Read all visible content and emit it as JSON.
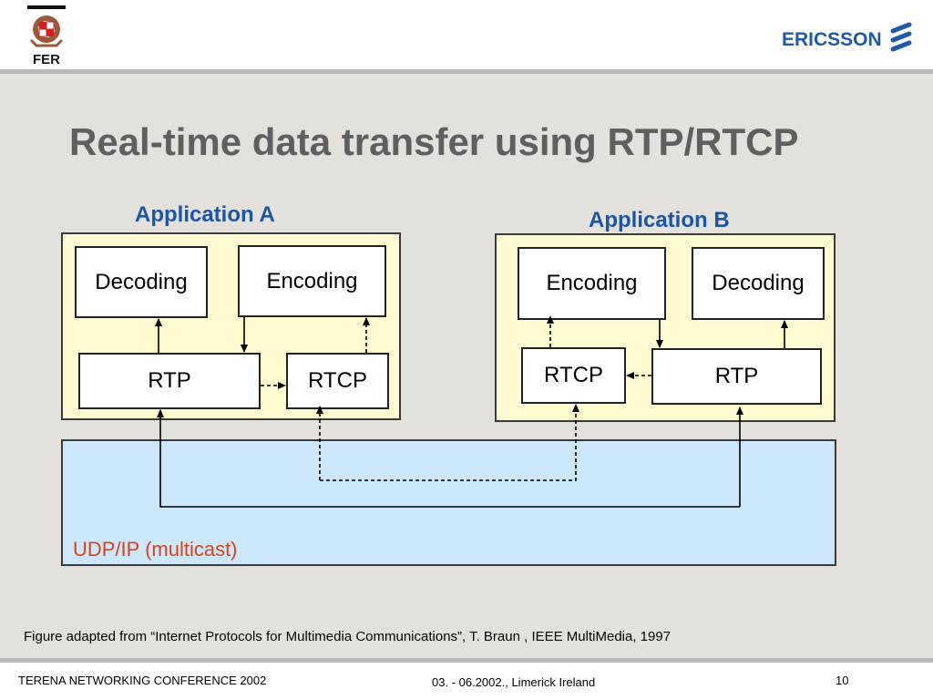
{
  "header": {
    "left_logo": "fer-logo",
    "right_logo": {
      "text": "ERICSSON",
      "icon": "ericsson-mark-icon",
      "color": "#1f5aa7"
    }
  },
  "title": "Real-time data transfer using RTP/RTCP",
  "application_a": {
    "label": "Application A",
    "decoding": "Decoding",
    "encoding": "Encoding",
    "rtp": "RTP",
    "rtcp": "RTCP"
  },
  "application_b": {
    "label": "Application B",
    "encoding": "Encoding",
    "decoding": "Decoding",
    "rtcp": "RTCP",
    "rtp": "RTP"
  },
  "network": {
    "label": "UDP/IP (multicast)"
  },
  "caption": "Figure adapted from “Internet Protocols for Multimedia Communications”, T. Braun , IEEE MultiMedia, 1997",
  "footer": {
    "left": "TERENA NETWORKING CONFERENCE 2002",
    "center": "03. - 06.2002., Limerick Ireland",
    "page": "10"
  },
  "colors": {
    "title": "#5f5f5f",
    "app_label": "#1a55a6",
    "panel_fill": "#fefad0",
    "network_fill": "#cde7fb",
    "network_label": "#d6441c"
  }
}
